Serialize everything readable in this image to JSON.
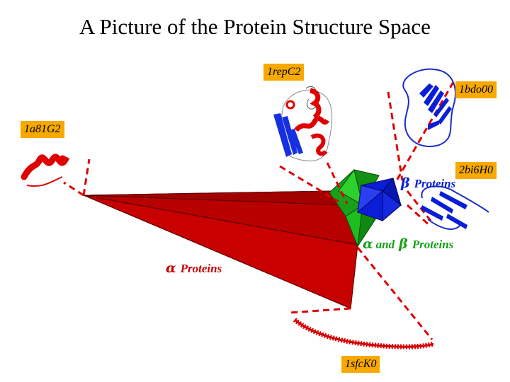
{
  "title": "A Picture of the Protein Structure Space",
  "labels": {
    "rep": "1repC2",
    "bdo": "1bdo00",
    "a81": "1a81G2",
    "bi6": "2bi6H0",
    "sfc": "1sfcK0"
  },
  "classes": {
    "alpha": {
      "symbol": "α",
      "text": "Proteins"
    },
    "beta": {
      "symbol": "β",
      "text": "Proteins"
    },
    "alphabeta": {
      "symbol1": "α",
      "and": "and",
      "symbol2": "β",
      "text": "Proteins"
    }
  },
  "colors": {
    "alpha": "#c40000",
    "beta": "#0a1ed8",
    "alphabeta": "#17a017",
    "dashes": "#e00000",
    "tag_bg": "#f7a900"
  },
  "icons": {
    "helix": "alpha-helix-icon",
    "strand": "beta-strand-icon",
    "coil": "coil-icon"
  }
}
